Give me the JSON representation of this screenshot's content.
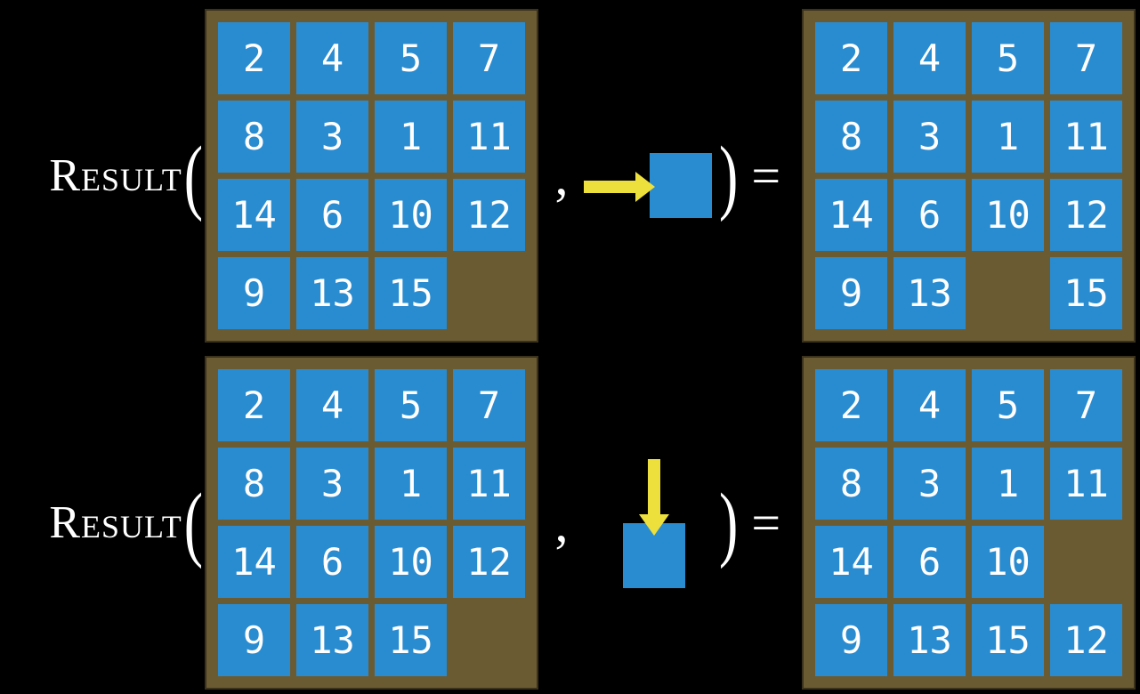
{
  "colors": {
    "tile_blue": "#2A8CD0",
    "frame_brown": "#6B5B33",
    "arrow_yellow": "#EDE03C",
    "text_white": "#FFFFFF"
  },
  "function": {
    "name": "Result",
    "open_paren": "(",
    "comma": ",",
    "close_paren": ")",
    "equals": "="
  },
  "examples": [
    {
      "action": "move-right",
      "before": [
        [
          2,
          4,
          5,
          7
        ],
        [
          8,
          3,
          1,
          11
        ],
        [
          14,
          6,
          10,
          12
        ],
        [
          9,
          13,
          15,
          null
        ]
      ],
      "after": [
        [
          2,
          4,
          5,
          7
        ],
        [
          8,
          3,
          1,
          11
        ],
        [
          14,
          6,
          10,
          12
        ],
        [
          9,
          13,
          null,
          15
        ]
      ]
    },
    {
      "action": "move-down",
      "before": [
        [
          2,
          4,
          5,
          7
        ],
        [
          8,
          3,
          1,
          11
        ],
        [
          14,
          6,
          10,
          12
        ],
        [
          9,
          13,
          15,
          null
        ]
      ],
      "after": [
        [
          2,
          4,
          5,
          7
        ],
        [
          8,
          3,
          1,
          11
        ],
        [
          14,
          6,
          10,
          null
        ],
        [
          9,
          13,
          15,
          12
        ]
      ]
    }
  ]
}
